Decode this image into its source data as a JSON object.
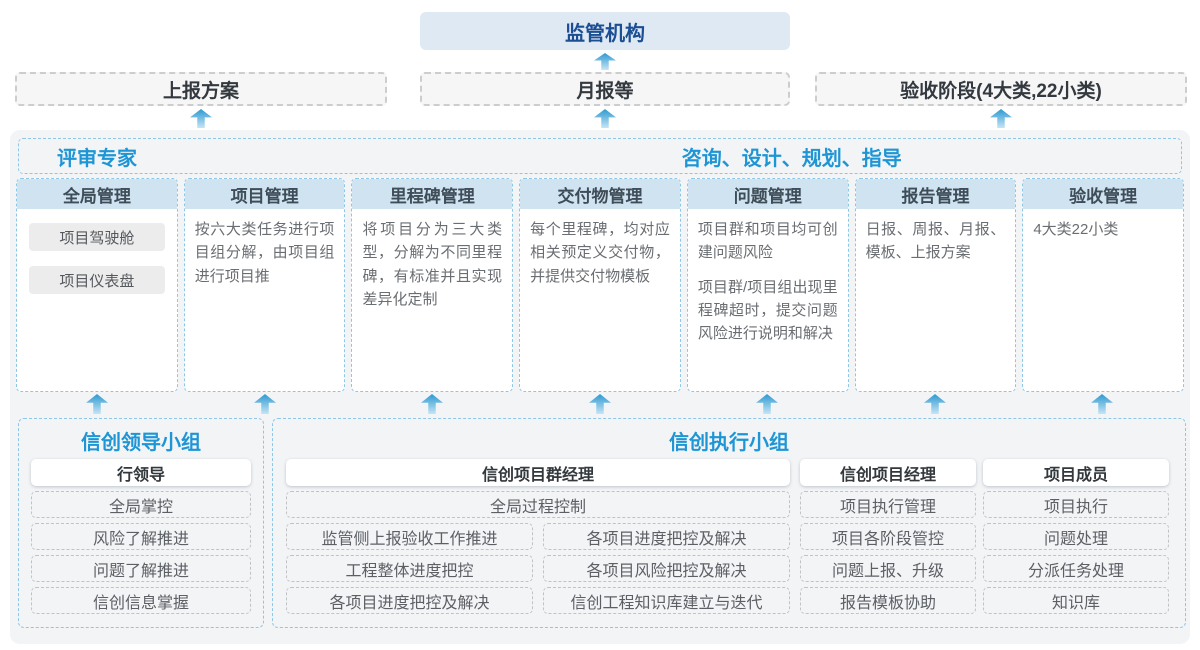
{
  "colors": {
    "accent_blue": "#1e95d4",
    "navy_title": "#1c4e94",
    "regulator_fill": "#dfe9f4",
    "column_header_fill": "#cfe3f1",
    "blue_dashed_border": "#8ec6e6",
    "arrow_blue": "#2d9ad2",
    "panel_gray": "#f3f4f6"
  },
  "top": {
    "regulator": "监管机构",
    "boxes": [
      "上报方案",
      "月报等",
      "验收阶段(4大类,22小类)"
    ]
  },
  "middle": {
    "expert_label": "评审专家",
    "guide_label": "咨询、设计、规划、指导",
    "columns": [
      {
        "title": "全局管理",
        "chips": [
          "项目驾驶舱",
          "项目仪表盘"
        ]
      },
      {
        "title": "项目管理",
        "paragraphs": [
          "按六大类任务进行项目组分解，由项目组进行项目推"
        ]
      },
      {
        "title": "里程碑管理",
        "paragraphs": [
          "将项目分为三大类型，分解为不同里程碑，有标准并且实现差异化定制"
        ]
      },
      {
        "title": "交付物管理",
        "paragraphs": [
          "每个里程碑，均对应相关预定义交付物，并提供交付物模板"
        ]
      },
      {
        "title": "问题管理",
        "paragraphs": [
          "项目群和项目均可创建问题风险",
          "项目群/项目组出现里程碑超时，提交问题风险进行说明和解决"
        ]
      },
      {
        "title": "报告管理",
        "paragraphs": [
          "日报、周报、月报、模板、上报方案"
        ]
      },
      {
        "title": "验收管理",
        "paragraphs": [
          "4大类22小类"
        ]
      }
    ]
  },
  "bottom": {
    "lead_group": {
      "title": "信创领导小组",
      "role": "行领导",
      "items": [
        "全局掌控",
        "风险了解推进",
        "问题了解推进",
        "信创信息掌握"
      ]
    },
    "exec_group": {
      "title": "信创执行小组",
      "pgm": {
        "role": "信创项目群经理",
        "full_item": "全局过程控制",
        "left_items": [
          "监管侧上报验收工作推进",
          "工程整体进度把控",
          "各项目进度把控及解决"
        ],
        "right_items": [
          "各项目进度把控及解决",
          "各项目风险把控及解决",
          "信创工程知识库建立与迭代"
        ]
      },
      "pm": {
        "role": "信创项目经理",
        "items": [
          "项目执行管理",
          "项目各阶段管控",
          "问题上报、升级",
          "报告模板协助"
        ]
      },
      "member": {
        "role": "项目成员",
        "items": [
          "项目执行",
          "问题处理",
          "分派任务处理",
          "知识库"
        ]
      }
    }
  }
}
